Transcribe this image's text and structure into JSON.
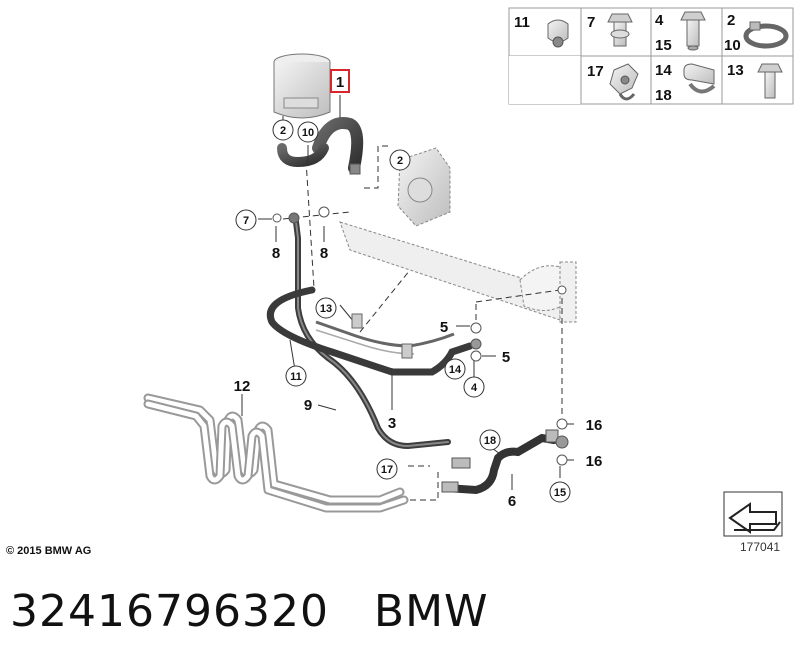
{
  "diagram": {
    "copyright": "© 2015 BMW AG",
    "diagram_number": "177041",
    "highlighted_callout": "1",
    "callouts": [
      "1",
      "2",
      "10",
      "2",
      "7",
      "8",
      "8",
      "13",
      "11",
      "9",
      "3",
      "12",
      "5",
      "14",
      "4",
      "5",
      "16",
      "16",
      "18",
      "17",
      "6",
      "15"
    ],
    "legend": [
      {
        "nums": [
          "11"
        ]
      },
      {
        "nums": [
          "7"
        ]
      },
      {
        "nums": [
          "4",
          "15"
        ]
      },
      {
        "nums": [
          "2",
          "10"
        ]
      },
      {
        "nums": [
          "17"
        ]
      },
      {
        "nums": [
          "14",
          "18"
        ]
      },
      {
        "nums": [
          "13"
        ]
      }
    ]
  },
  "footer": {
    "part_number": "32416796320",
    "brand": "BMW"
  },
  "colors": {
    "highlight": "#d9262c",
    "hose_dark": "#444444",
    "line": "#555555",
    "part_fill": "#e4e4e4"
  }
}
